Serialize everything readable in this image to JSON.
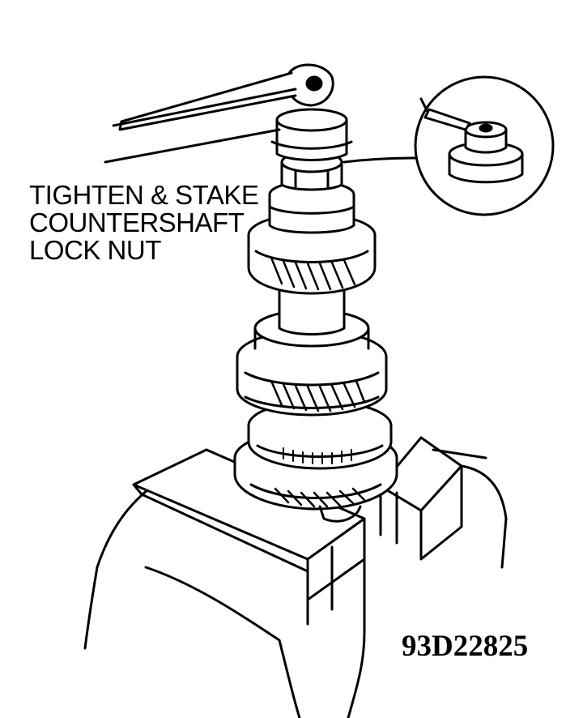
{
  "callout": {
    "line1": "TIGHTEN & STAKE",
    "line2": "COUNTERSHAFT",
    "line3": "LOCK NUT"
  },
  "figure_id": "93D22825",
  "colors": {
    "ink": "#000000",
    "paper": "#ffffff"
  },
  "icons": [
    "wrench-icon",
    "lock-nut-detail-icon"
  ]
}
